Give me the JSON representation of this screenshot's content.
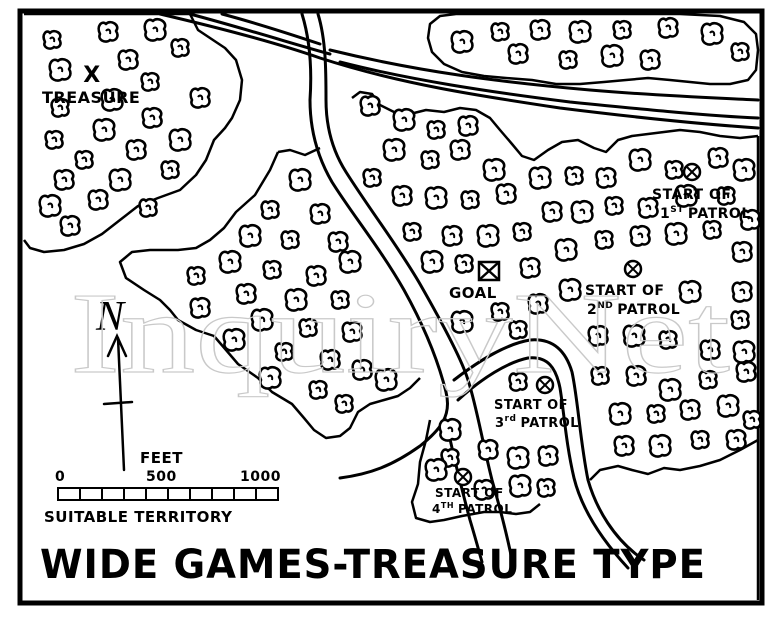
{
  "map": {
    "title": "WIDE GAMES-TREASURE TYPE",
    "treasure_marker": "X",
    "treasure_label": "TREASURE",
    "goal_label": "GOAL",
    "patrols": [
      {
        "label_1": "START OF",
        "ordinal": "1",
        "suffix": "ST",
        "label_2": "PATROL"
      },
      {
        "label_1": "START OF",
        "ordinal": "2",
        "suffix": "ND",
        "label_2": "PATROL"
      },
      {
        "label_1": "START OF",
        "ordinal": "3",
        "suffix": "rd",
        "label_2": "PATROL"
      },
      {
        "label_1": "START OF",
        "ordinal": "4",
        "suffix": "TH",
        "label_2": "PATROL"
      }
    ],
    "north_label": "N",
    "scale": {
      "unit_label": "FEET",
      "ticks": [
        "0",
        "500",
        "1000"
      ],
      "caption": "SUITABLE TERRITORY"
    },
    "watermark": "InquiryNet",
    "colors": {
      "ink": "#000000",
      "paper": "#ffffff",
      "watermark": "#c9c9c9"
    }
  }
}
